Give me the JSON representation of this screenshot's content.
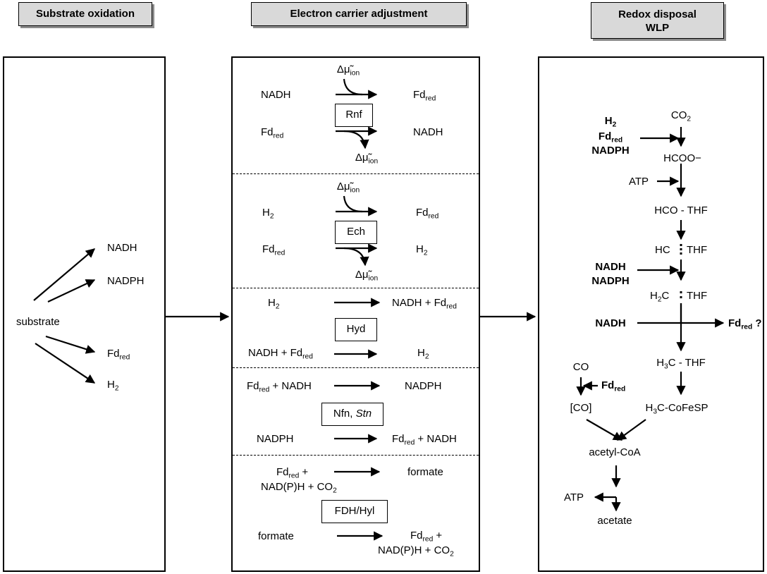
{
  "headers": {
    "substrate_oxidation": "Substrate oxidation",
    "electron_carrier": "Electron carrier adjustment",
    "redox_line1": "Redox disposal",
    "redox_line2": "WLP"
  },
  "left_panel": {
    "substrate": "substrate",
    "nadh": "NADH",
    "nadph": "NADPH",
    "fd": "Fd",
    "fd_sub": "red",
    "h": "H",
    "h_sub": "2"
  },
  "common": {
    "delta": "Δμ̃",
    "delta_sub": "ion",
    "fd": "Fd",
    "red": "red",
    "h": "H",
    "two": "2",
    "nadh": "NADH",
    "nadph": "NADPH",
    "plus": "+",
    "formate": "formate",
    "nadp_co": "NAD(P)H + CO",
    "fd_plus": "Fd",
    "fd_plus_tail": " +"
  },
  "enzymes": {
    "rnf": "Rnf",
    "ech": "Ech",
    "hyd": "Hyd",
    "nfn": "Nfn, ",
    "stn": "Stn",
    "fdh": "FDH/Hyl"
  },
  "wlp": {
    "co2": "CO",
    "co2_sub": "2",
    "hcoo": "HCOO−",
    "atp": "ATP",
    "hco_thf": "HCO - THF",
    "hc_thf": "HC",
    "thf": "THF",
    "h2c_pre": "H",
    "h2c_post": "C",
    "h3c_pre": "H",
    "h3c_post": "C - THF",
    "co": "CO",
    "co_bracket": "[CO]",
    "h3c_cofesp_post": "C-CoFeSP",
    "acetyl_coa": "acetyl-CoA",
    "acetate": "acetate",
    "sub3": "3",
    "sub2": "2",
    "question": "?",
    "nadh": "NADH",
    "nadph": "NADPH",
    "h2": "H",
    "fd": "Fd",
    "red": "red"
  }
}
